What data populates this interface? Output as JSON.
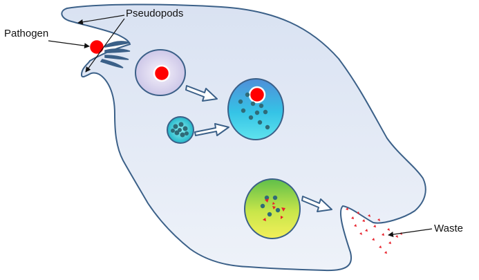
{
  "labels": {
    "pseudopods": "Pseudopods",
    "pathogen": "Pathogen",
    "waste": "Waste"
  },
  "colors": {
    "cell_outline": "#3b6088",
    "cell_fill": "#dfe6f3",
    "pathogen": "#ff0000",
    "lysosome": "#27b7c9",
    "enzyme_dot": "#2f6b78",
    "arrow_outline": "#3b6088",
    "waste": "#e8202a"
  },
  "icons": {
    "process_arrow": "hollow-right-arrow",
    "pointer_arrow": "thin-line-arrow"
  }
}
